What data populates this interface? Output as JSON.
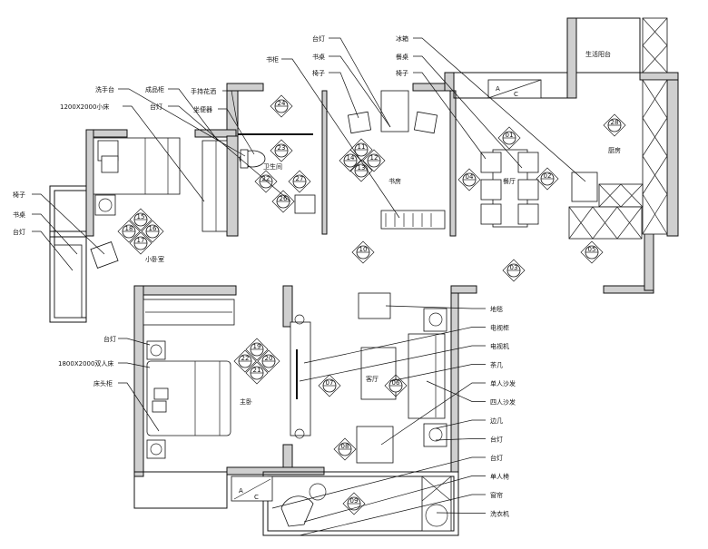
{
  "title": "Apartment furniture floor plan",
  "rooms": {
    "small_bedroom": "小卧室",
    "bathroom": "卫生间",
    "study": "书房",
    "dining": "餐厅",
    "kitchen": "厨房",
    "service_balcony": "生活阳台",
    "living": "客厅",
    "master_bedroom": "主卧"
  },
  "labels_top": {
    "study_lamp": "台灯",
    "study_desk": "书桌",
    "study_chair": "椅子",
    "bookcase": "书柜",
    "washbasin": "洗手台",
    "cabinet": "成品柜",
    "shower": "手持花洒",
    "small_bed": "1200X2000小床",
    "bedroom_lamp": "台灯",
    "toilet": "坐便器",
    "fridge": "冰箱",
    "dining_table": "餐桌",
    "dining_chair": "椅子"
  },
  "labels_left": {
    "chair": "椅子",
    "desk": "书桌",
    "lamp": "台灯"
  },
  "labels_master": {
    "lamp": "台灯",
    "double_bed": "1800X2000双人床",
    "nightstand": "床头柜"
  },
  "labels_right": [
    "地毯",
    "电视柜",
    "电视机",
    "茶几",
    "单人沙发",
    "四人沙发",
    "边几",
    "台灯",
    "台灯",
    "单人椅",
    "窗帘",
    "洗衣机"
  ],
  "markers": {
    "m01": "01",
    "m02": "02",
    "m03": "03",
    "m04": "04",
    "m05": "05",
    "m06": "06",
    "m07": "07",
    "m08": "08",
    "m09": "09",
    "m10": "10",
    "m11": "11",
    "m12": "12",
    "m13": "13",
    "m14": "14",
    "m15": "15",
    "m16": "16",
    "m17": "17",
    "m18": "18",
    "m19": "19",
    "m20": "20",
    "m21": "21",
    "m22b": "22",
    "m22": "22",
    "m23": "23",
    "m24": "24",
    "m26": "26",
    "m27": "27",
    "m28": "28"
  },
  "ac_unit": {
    "a": "A",
    "c": "C"
  }
}
